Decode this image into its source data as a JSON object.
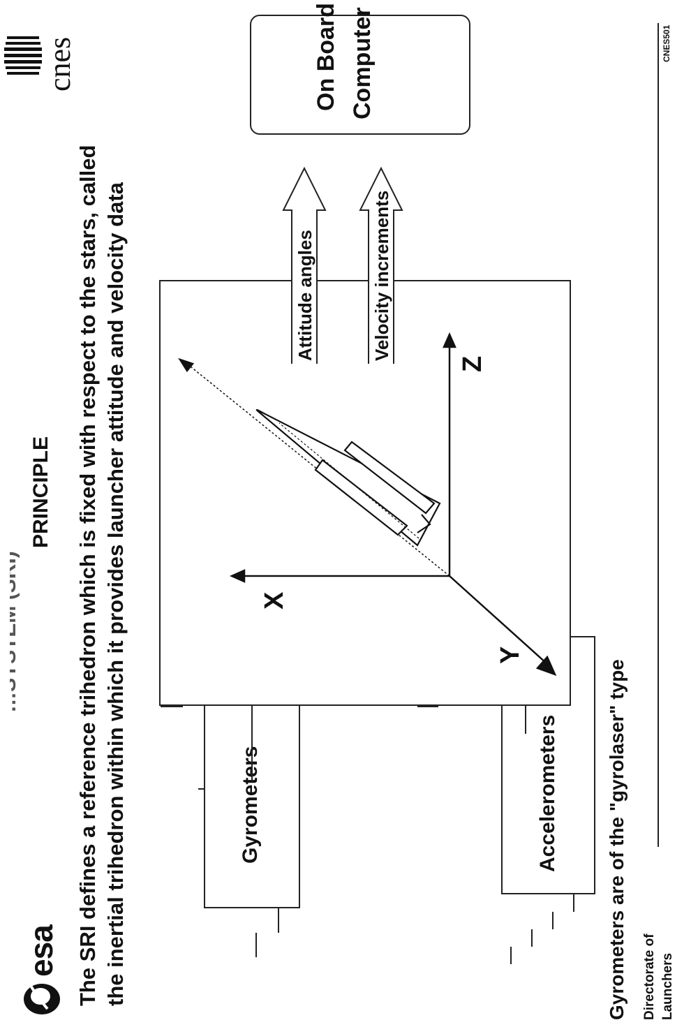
{
  "header": {
    "title_fragment": "…SYSTEM (SRI)",
    "principle": "PRINCIPLE",
    "left_logo": "esa",
    "right_logo": "cnes"
  },
  "intro": {
    "line1": "The SRI defines a reference trihedron which is fixed with respect to the stars, called",
    "line2": "the inertial trihedron within which it provides launcher attitude and velocity data"
  },
  "diagram": {
    "gyrometers": "Gyrometers",
    "accelerometers": "Accelerometers",
    "axis_x": "X",
    "axis_y": "Y",
    "axis_z": "Z",
    "attitude_angles": "Attitude angles",
    "velocity_increments": "Velocity increments",
    "obc_line1": "On Board",
    "obc_line2": "Computer"
  },
  "footer": {
    "note": "Gyrometers are of the \"gyrolaser\" type",
    "directorate_line1": "Directorate of",
    "directorate_line2": "Launchers",
    "code": "CNES501"
  }
}
